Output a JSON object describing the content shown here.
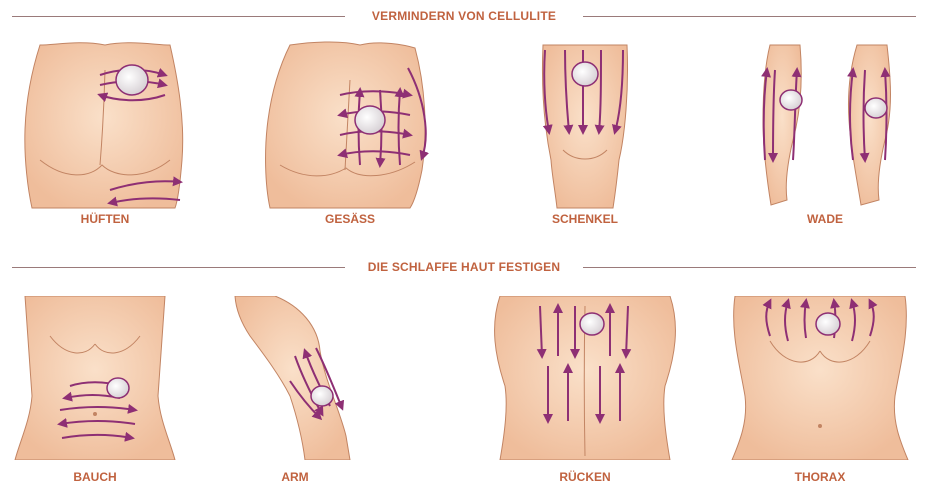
{
  "sections": [
    {
      "title": "VERMINDERN VON CELLULITE"
    },
    {
      "title": "DIE SCHLAFFE HAUT FESTIGEN"
    }
  ],
  "panels": [
    {
      "label": "HÜFTEN"
    },
    {
      "label": "GESÄSS"
    },
    {
      "label": "SCHENKEL"
    },
    {
      "label": "WADE"
    },
    {
      "label": "BAUCH"
    },
    {
      "label": "ARM"
    },
    {
      "label": "RÜCKEN"
    },
    {
      "label": "THORAX"
    }
  ],
  "colors": {
    "accent": "#c0623f",
    "skin": "#f6d3b6",
    "skin_outline": "#c28463",
    "arrow": "#8e2f74",
    "arrow_band": "#b672a6",
    "rule": "#9a7a7a"
  }
}
